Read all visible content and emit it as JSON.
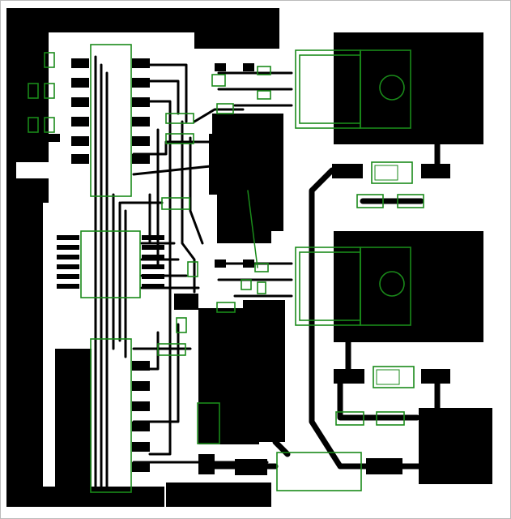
{
  "colors": {
    "background": "#ffffff",
    "copper": "#000000",
    "silkscreen": "#1a8a1a",
    "border": "#bbbbbb"
  },
  "components": {
    "dip_ics": 3,
    "to220_regulators": 2,
    "electrolytic_caps": 2
  }
}
